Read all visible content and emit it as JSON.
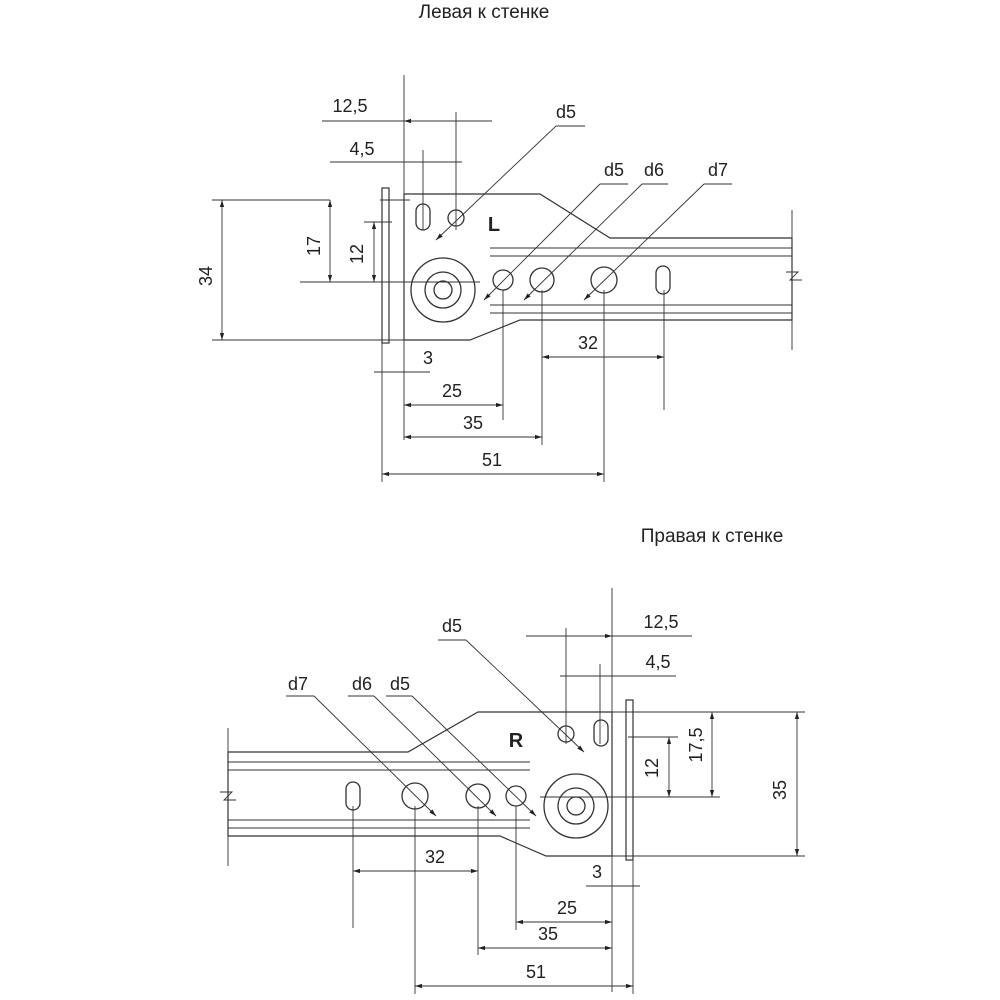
{
  "left": {
    "title": "Левая к стенке",
    "marker": "L",
    "dims": {
      "d125": "12,5",
      "d45": "4,5",
      "d17": "17",
      "d12": "12",
      "d34": "34",
      "d3": "3",
      "d25": "25",
      "d35": "35",
      "d51": "51",
      "d32": "32"
    },
    "holes": {
      "h1": "d5",
      "h2": "d5",
      "h3": "d6",
      "h4": "d7"
    }
  },
  "right": {
    "title": "Правая к стенке",
    "marker": "R",
    "dims": {
      "d125": "12,5",
      "d45": "4,5",
      "d175": "17,5",
      "d12": "12",
      "d35v": "35",
      "d3": "3",
      "d25": "25",
      "d35": "35",
      "d51": "51",
      "d32": "32"
    },
    "holes": {
      "h1": "d5",
      "h2": "d5",
      "h3": "d6",
      "h4": "d7"
    }
  }
}
